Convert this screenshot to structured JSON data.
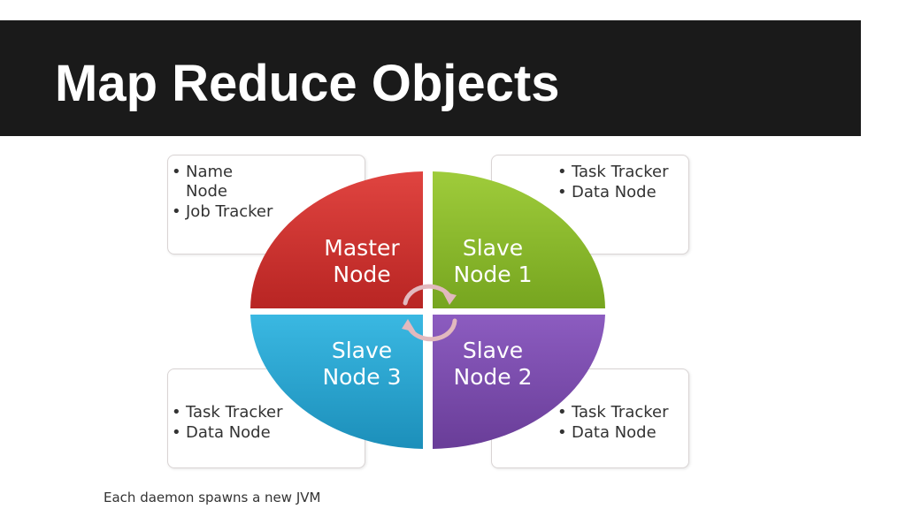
{
  "slide": {
    "title": "Map Reduce Objects",
    "caption": "Each daemon spawns a new JVM"
  },
  "colors": {
    "master": "#d63431",
    "slave1": "#8cbd2a",
    "slave2": "#7f4fb0",
    "slave3": "#2aa9d6",
    "arrows": "#e2b9be"
  },
  "quadrants": {
    "master": {
      "line1": "Master",
      "line2": "Node"
    },
    "slave1": {
      "line1": "Slave",
      "line2": "Node 1"
    },
    "slave2": {
      "line1": "Slave",
      "line2": "Node 2"
    },
    "slave3": {
      "line1": "Slave",
      "line2": "Node 3"
    }
  },
  "boxes": {
    "master": {
      "items": [
        "Name Node",
        "Job Tracker"
      ]
    },
    "slave1": {
      "items": [
        "Task Tracker",
        "Data Node"
      ]
    },
    "slave2": {
      "items": [
        "Task Tracker",
        "Data Node"
      ]
    },
    "slave3": {
      "items": [
        "Task Tracker",
        "Data Node"
      ]
    }
  }
}
